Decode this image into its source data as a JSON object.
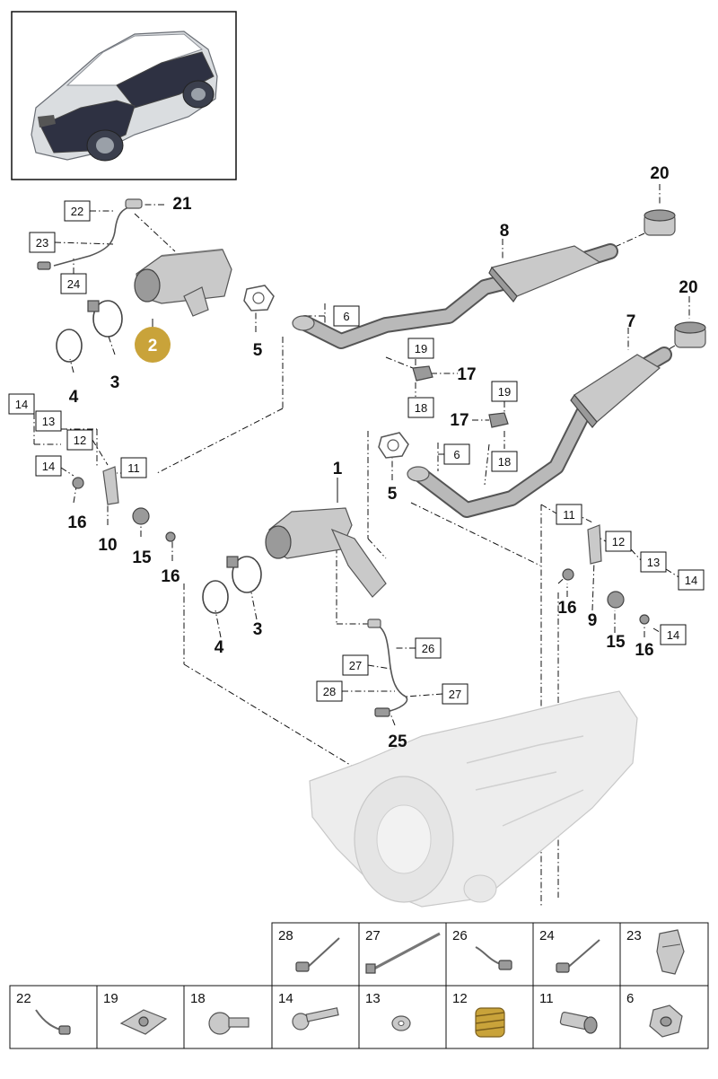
{
  "callouts": [
    "1",
    "2",
    "3",
    "3",
    "4",
    "4",
    "5",
    "5",
    "7",
    "8",
    "9",
    "10",
    "15",
    "15",
    "16",
    "16",
    "16",
    "16",
    "17",
    "17",
    "20",
    "20",
    "21",
    "25"
  ],
  "boxed_labels": [
    "6",
    "6",
    "11",
    "11",
    "12",
    "12",
    "13",
    "13",
    "14",
    "14",
    "14",
    "14",
    "18",
    "18",
    "19",
    "19",
    "22",
    "23",
    "24",
    "26",
    "27",
    "27",
    "28"
  ],
  "highlight": {
    "label": "2",
    "color": "#c9a33a"
  },
  "legend": [
    {
      "num": "28",
      "icon": "cable-tie-clip-icon"
    },
    {
      "num": "27",
      "icon": "cable-tie-icon"
    },
    {
      "num": "26",
      "icon": "cable-clip-icon"
    },
    {
      "num": "24",
      "icon": "cable-holder-icon"
    },
    {
      "num": "23",
      "icon": "retaining-clip-icon"
    },
    {
      "num": "22",
      "icon": "cable-connector-icon"
    },
    {
      "num": "19",
      "icon": "speed-nut-icon"
    },
    {
      "num": "18",
      "icon": "flange-screw-icon"
    },
    {
      "num": "14",
      "icon": "hex-bolt-icon"
    },
    {
      "num": "13",
      "icon": "washer-icon"
    },
    {
      "num": "12",
      "icon": "spring-icon"
    },
    {
      "num": "11",
      "icon": "pin-bolt-icon"
    },
    {
      "num": "6",
      "icon": "hex-nut-icon"
    }
  ]
}
